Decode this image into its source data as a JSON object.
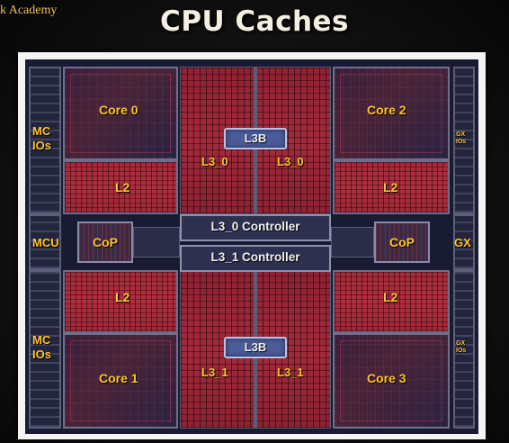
{
  "header": {
    "brand": "k Academy",
    "title": "CPU Caches"
  },
  "die": {
    "cores": [
      "Core 0",
      "Core 2",
      "Core 1",
      "Core 3"
    ],
    "l2": [
      "L2",
      "L2",
      "L2",
      "L2"
    ],
    "l3_top": [
      "L3_0",
      "L3_0"
    ],
    "l3_bottom": [
      "L3_1",
      "L3_1"
    ],
    "l3b": [
      "L3B",
      "L3B"
    ],
    "controllers": [
      "L3_0 Controller",
      "L3_1 Controller"
    ],
    "cop": [
      "CoP",
      "CoP"
    ],
    "mc_ios": [
      "MC\nIOs",
      "MC\nIOs"
    ],
    "mcu": "MCU",
    "gx": "GX",
    "gx_ios": [
      "GX\nIOs",
      "GX\nIOs"
    ]
  },
  "colors": {
    "title": "#f4efe0",
    "brand": "#f2c14b",
    "label_yellow": "#ffc42a",
    "label_white": "#f1f1f1",
    "cache_red": "#a72a3a",
    "die_background": "#191b33"
  }
}
